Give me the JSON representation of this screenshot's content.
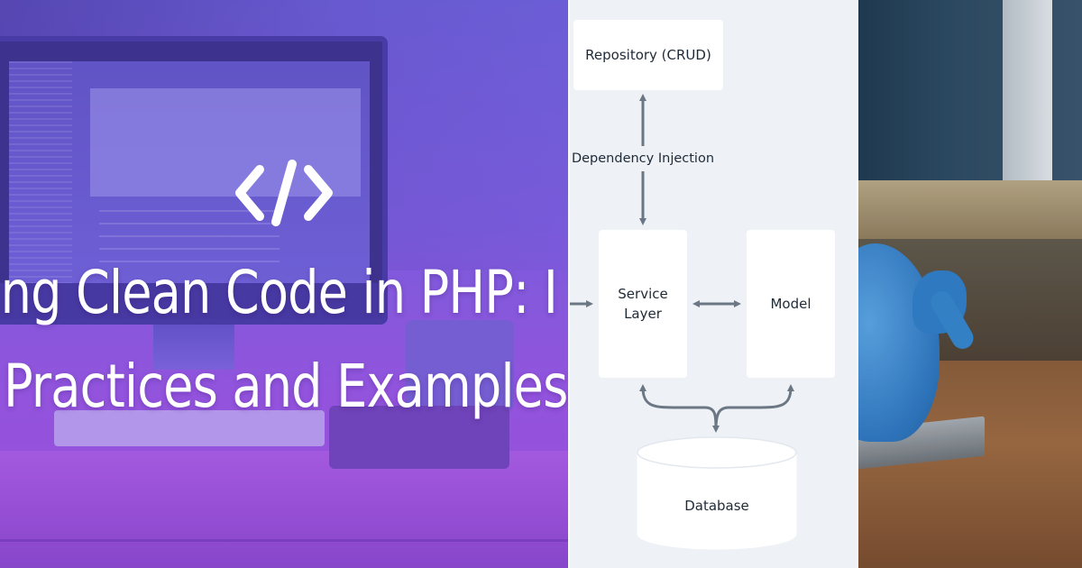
{
  "left_panel": {
    "icon": "code-brackets-icon",
    "title_line1": "ting Clean Code in PHP: I",
    "title_line2": "Practices and Examples"
  },
  "diagram": {
    "repository_label": "Repository (CRUD)",
    "dependency_label": "Dependency Injection",
    "service_label": "Service\nLayer",
    "model_label": "Model",
    "database_label": "Database",
    "colors": {
      "background": "#eef2f6",
      "box": "#ffffff",
      "arrow": "#6b7785",
      "text": "#1f2a37"
    }
  },
  "right_panel": {
    "photo": "blue-elephant-plush-on-laptop"
  }
}
